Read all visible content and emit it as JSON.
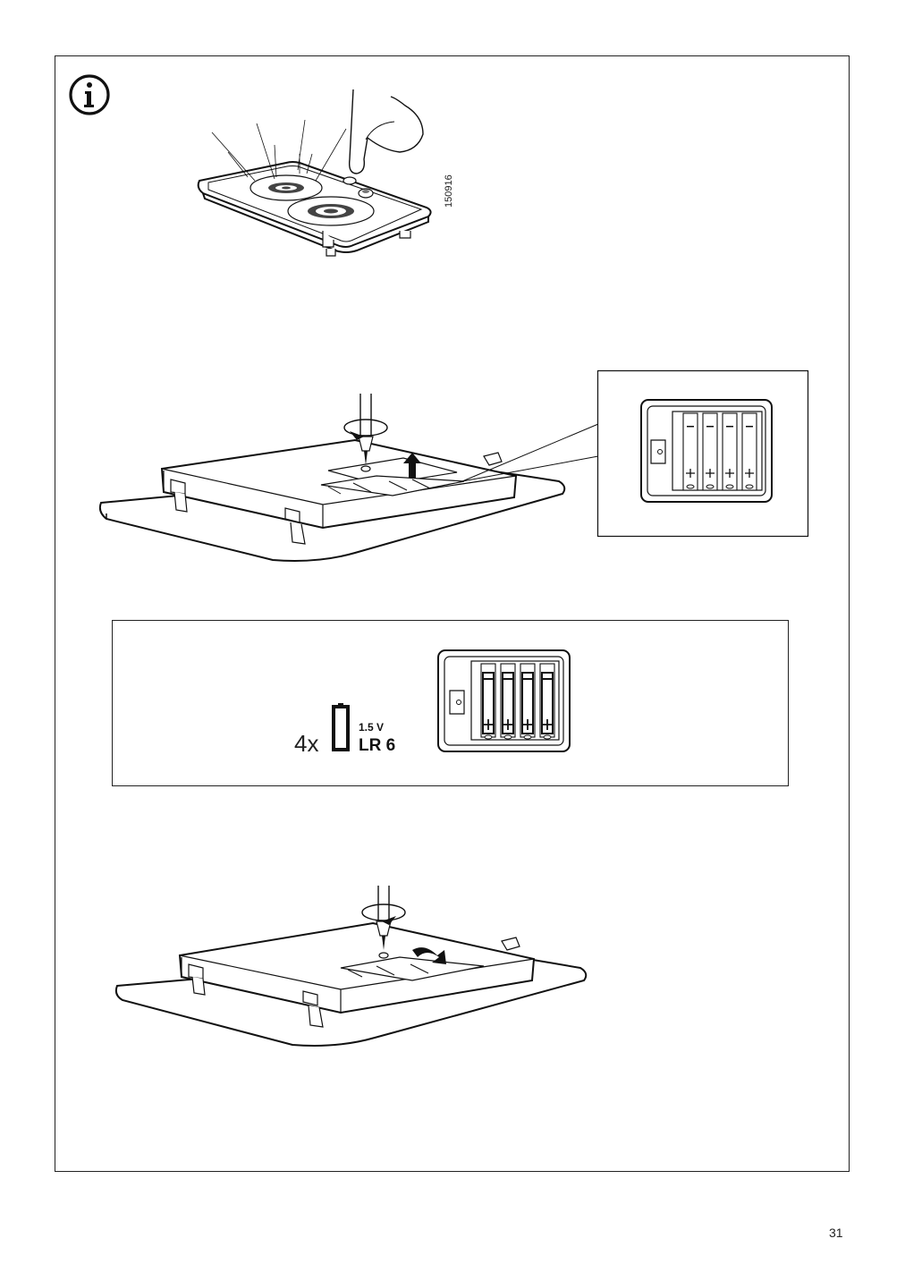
{
  "page": {
    "number": "31",
    "figure_code": "150916"
  },
  "icons": {
    "info": "info-circle-icon",
    "battery": "battery-icon"
  },
  "battery_spec": {
    "quantity": "4x",
    "voltage": "1.5 V",
    "type": "LR 6"
  },
  "colors": {
    "line": "#111111",
    "fill_light": "#ffffff",
    "shade": "#d9d9d9"
  }
}
